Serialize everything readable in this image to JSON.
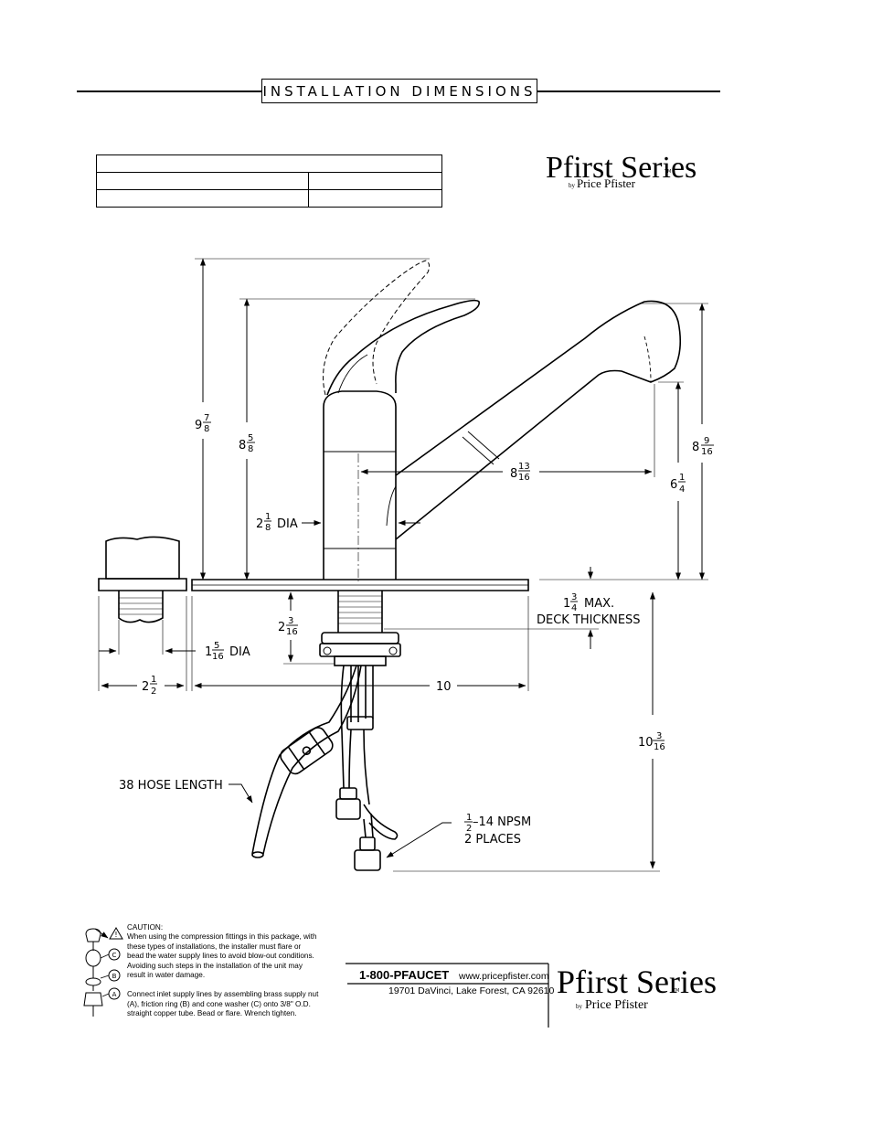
{
  "header": {
    "title": "INSTALLATION DIMENSIONS"
  },
  "spec_table": {
    "rows": [
      {
        "cells": [
          ""
        ]
      },
      {
        "cells": [
          "",
          ""
        ]
      },
      {
        "cells": [
          "",
          ""
        ]
      }
    ]
  },
  "logo": {
    "brand": "Pfirst Series",
    "tm": "TM",
    "byline_prefix": "by",
    "byline_name": "Price Pfister"
  },
  "dimensions": {
    "handle_raised_height": {
      "whole": "9",
      "num": "7",
      "den": "8"
    },
    "body_height": {
      "whole": "8",
      "num": "5",
      "den": "8"
    },
    "spout_top_height": {
      "whole": "8",
      "num": "9",
      "den": "16"
    },
    "spout_reach": {
      "whole": "8",
      "num": "13",
      "den": "16"
    },
    "spout_outlet_height": {
      "whole": "6",
      "num": "1",
      "den": "4"
    },
    "body_diameter": {
      "whole": "2",
      "num": "1",
      "den": "8",
      "suffix": "DIA"
    },
    "shank_length": {
      "whole": "2",
      "num": "3",
      "den": "16"
    },
    "deck_thickness": {
      "whole": "1",
      "num": "3",
      "den": "4",
      "line1_suffix": "MAX.",
      "line2": "DECK THICKNESS"
    },
    "sprayer_hole": {
      "whole": "1",
      "num": "5",
      "den": "16",
      "suffix": "DIA"
    },
    "sprayer_width": {
      "whole": "2",
      "num": "1",
      "den": "2"
    },
    "escutcheon_width": {
      "value": "10"
    },
    "below_deck_length": {
      "whole": "10",
      "num": "3",
      "den": "16"
    },
    "hose_length": {
      "label": "38 HOSE LENGTH"
    },
    "connections": {
      "prefix_num": "1",
      "prefix_den": "2",
      "line1": "–14 NPSM",
      "line2": "2 PLACES"
    }
  },
  "caution": {
    "heading": "CAUTION:",
    "lines1": [
      "When using the compression fittings in this package, with",
      "these types of installations, the installer must flare or",
      "bead the water supply lines to avoid blow-out conditions.",
      "Avoiding such steps in the installation of the unit may",
      "result in water damage."
    ],
    "lines2": [
      "Connect inlet supply lines by assembling brass supply nut",
      "(A), friction ring (B) and cone washer (C) onto 3/8\" O.D.",
      "straight copper tube. Bead or flare. Wrench tighten."
    ],
    "part_labels": [
      "C",
      "B",
      "A"
    ]
  },
  "contact": {
    "phone": "1-800-PFAUCET",
    "website": "www.pricepfister.com",
    "address": "19701 DaVinci, Lake Forest, CA  92610"
  }
}
